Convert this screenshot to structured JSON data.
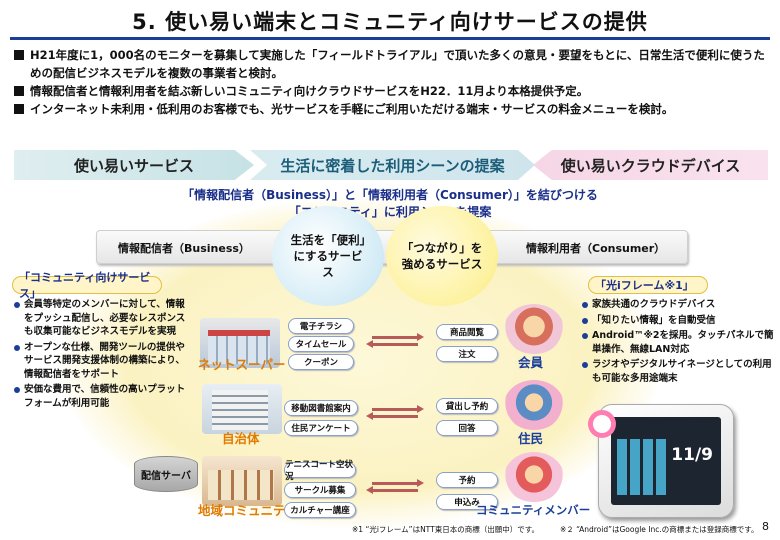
{
  "title": "5. 使い易い端末とコミュニティ向けサービスの提供",
  "bullets": [
    "H21年度に1，000名のモニターを募集して実施した「フィールドトライアル」で頂いた多くの意見・要望をもとに、日常生活で便利に使うための配信ビジネスモデルを複数の事業者と検討。",
    "情報配信者と情報利用者を結ぶ新しいコミュニティ向けクラウドサービスをH22．11月より本格提供予定。",
    "インターネット未利用・低利用のお客様でも、光サービスを手軽にご利用いただける端末・サービスの料金メニューを検討。"
  ],
  "banners": {
    "left": "使い易いサービス",
    "middle": "生活に密着した利用シーンの提案",
    "right": "使い易いクラウドデバイス"
  },
  "subheads": [
    "「情報配信者（Business）」と「情報利用者（Consumer）」を結びつける",
    "「コミュニティ」に利用シーンを提案"
  ],
  "bar": {
    "left_label": "情報配信者（Business）",
    "right_label": "情報利用者（Consumer）",
    "circle_left": "生活を「便利」にするサービス",
    "circle_right": "「つながり」を強めるサービス"
  },
  "left_tag": "「コミュニティ向けサービス」",
  "left_points": [
    "会員等特定のメンバーに対して、情報をプッシュ配信し、必要なレスポンスも収集可能なビジネスモデルを実現",
    "オープンな仕様、開発ツールの提供やサービス開発支援体制の構築により、情報配信者をサポート",
    "安価な費用で、信頼性の高いプラットフォームが利用可能"
  ],
  "right_tag": "「光iフレーム※1」",
  "right_points": [
    "家族共通のクラウドデバイス",
    "「知りたい情報」を自動受信",
    "Android™※2を採用。タッチパネルで簡単操作、無線LAN対応",
    "ラジオやデジタルサイネージとしての利用も可能な多用途端末"
  ],
  "rows": [
    {
      "sender": "ネットスーパー",
      "receiver": "会員",
      "left_pills": [
        "電子チラシ",
        "タイムセール",
        "クーポン"
      ],
      "right_pills": [
        "商品閲覧",
        "注文"
      ]
    },
    {
      "sender": "自治体",
      "receiver": "住民",
      "left_pills": [
        "移動図書館案内",
        "住民アンケート"
      ],
      "right_pills": [
        "貸出し予約",
        "回答"
      ]
    },
    {
      "sender": "地域コミュニティ",
      "receiver": "コミュニティメンバー",
      "left_pills": [
        "テニスコート空状況",
        "サークル募集",
        "カルチャー講座"
      ],
      "right_pills": [
        "予約",
        "申込み"
      ]
    }
  ],
  "server_label": "配信サーバ",
  "device": {
    "date": "11/9"
  },
  "footnotes": [
    "※1 “光iフレーム”はNTT東日本の商標（出願中）です。",
    "※２ “Android”はGoogle Inc.の商標または登録商標です。"
  ],
  "page_number": "8",
  "colors": {
    "accent_blue": "#1a3f9a",
    "orange_label": "#e07a00",
    "arrow_red": "#b85a5a",
    "banner_pink": "#f6d6e6",
    "banner_teal": "#cfe4ec"
  }
}
